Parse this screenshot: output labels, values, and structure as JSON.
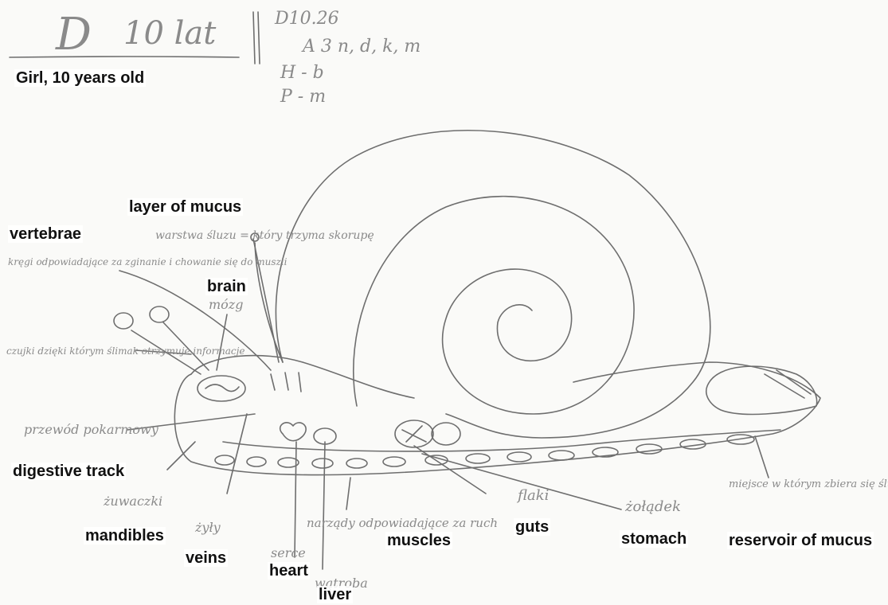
{
  "header": {
    "caption": "Girl, 10 years old",
    "handwritten_id": "D",
    "handwritten_age": "10 lat",
    "handwritten_notes": [
      "D10.26",
      "A 3 n, d, k, m",
      "H - b",
      "P - m"
    ]
  },
  "labels": {
    "layer_of_mucus": "layer of mucus",
    "vertebrae": "vertebrae",
    "brain": "brain",
    "digestive_track": "digestive track",
    "mandibles": "mandibles",
    "veins": "veins",
    "heart": "heart",
    "liver": "liver",
    "muscles": "muscles",
    "guts": "guts",
    "stomach": "stomach",
    "reservoir_of_mucus": "reservoir of mucus"
  },
  "handwritten_labels": {
    "warstwa_sluzu": "warstwa śluzu = który trzyma skorupę",
    "kregi": "kręgi odpowiadające za zginanie i chowanie się do muszli",
    "mozg": "mózg",
    "czujki": "czujki dzięki którym ślimak otrzymuje informacje",
    "przewod": "przewód pokarmowy",
    "zuwaczki": "żuwaczki",
    "zyly": "żyły",
    "serce": "serce",
    "watroba": "wątroba",
    "narzady": "narządy odpowiadające za ruch",
    "flaki": "flaki",
    "zoladek": "żołądek",
    "miejsce": "miejsce w którym zbiera się śluz"
  },
  "colors": {
    "pencil": "#6e6e6e",
    "label_text": "#111111"
  }
}
